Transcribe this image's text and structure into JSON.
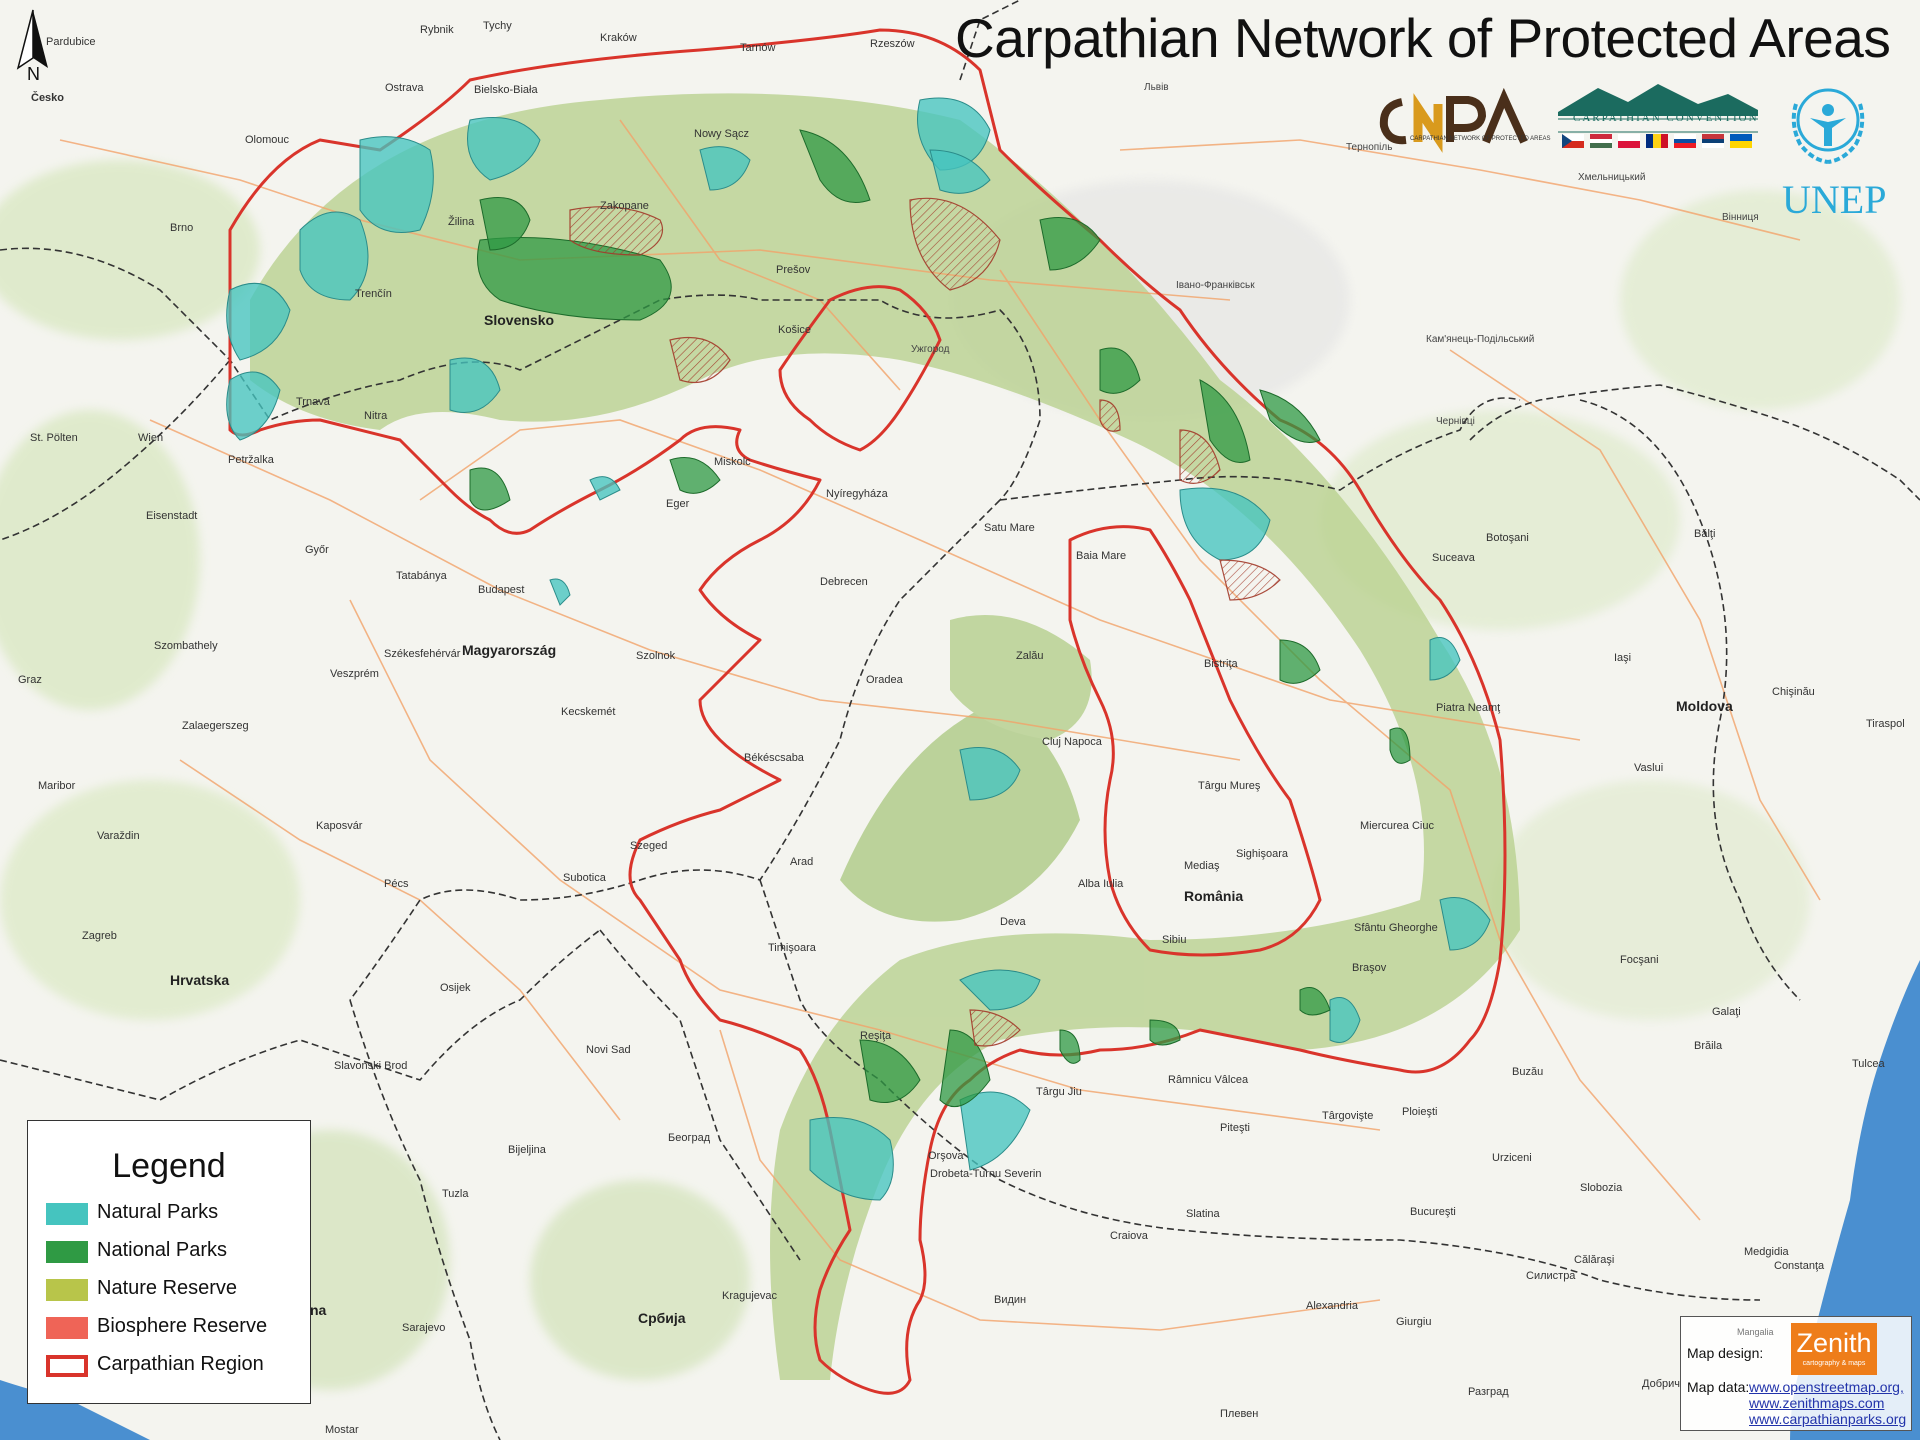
{
  "title": "Carpathian Network of Protected Areas",
  "north_label": "N",
  "colors": {
    "natural_park": "#45c4bf",
    "national_park": "#2f9a44",
    "nature_reserve": "#b8c54a",
    "biosphere_reserve": "#ef6457",
    "carpathian_region": "#d9342b",
    "background": "#f4f4ef",
    "sea": "#4a8fd0",
    "mountain": "#b5cf8a"
  },
  "logos": {
    "cnpa": {
      "text": "CNPA",
      "subtitle": "CARPATHIAN NETWORK OF PROTECTED AREAS"
    },
    "carpathian_convention": {
      "text": "CARPATHIAN CONVENTION"
    },
    "unep": {
      "text": "UNEP"
    }
  },
  "legend": {
    "title": "Legend",
    "items": [
      {
        "label": "Natural Parks",
        "color": "#45c4bf",
        "style": "fill"
      },
      {
        "label": "National Parks",
        "color": "#2f9a44",
        "style": "fill"
      },
      {
        "label": "Nature Reserve",
        "color": "#b8c54a",
        "style": "fill"
      },
      {
        "label": "Biosphere Reserve",
        "color": "#ef6457",
        "style": "fill"
      },
      {
        "label": "Carpathian Region",
        "color": "#d9342b",
        "style": "outline"
      }
    ]
  },
  "credits": {
    "design_label": "Map design:",
    "brand_name": "Zenith",
    "brand_sub": "cartography & maps",
    "mangalia": "Mangalia",
    "data_label": "Map data:",
    "links": [
      "www.openstreetmap.org,",
      "www.zenithmaps.com",
      "www.carpathianparks.org"
    ]
  },
  "places": {
    "pardubice": "Pardubice",
    "cesko": "Česko",
    "rybnik": "Rybnik",
    "tychy": "Tychy",
    "krakow": "Kraków",
    "tarnow": "Tarnów",
    "rzeszow": "Rzeszów",
    "lviv": "Львів",
    "ostrava": "Ostrava",
    "bielsko": "Bielsko-Biała",
    "olomouc": "Olomouc",
    "nowysacz": "Nowy Sącz",
    "zakopane": "Zakopane",
    "ternopil": "Тернопіль",
    "khmelnytskyi": "Хмельницький",
    "brno": "Brno",
    "zilina": "Žilina",
    "presov": "Prešov",
    "vinnytsia": "Вінниця",
    "trencin": "Trenčín",
    "ivano": "Івано-Франківськ",
    "slovensko": "Slovensko",
    "kosice": "Košice",
    "kamianets": "Кам'янець-Подільський",
    "uzhhorod": "Ужгород",
    "trnava": "Trnava",
    "nitra": "Nitra",
    "stpolten": "St. Pölten",
    "wien": "Wien",
    "chernivtsi": "Чернівці",
    "petrzalka": "Petržalka",
    "miskolc": "Miskolc",
    "eisenstadt": "Eisenstadt",
    "eger": "Eger",
    "nyiregyhaza": "Nyíregyháza",
    "satumare": "Satu Mare",
    "botosani": "Botoşani",
    "balti": "Bălţi",
    "gyor": "Győr",
    "baiamare": "Baia Mare",
    "suceava": "Suceava",
    "tatabanya": "Tatabánya",
    "budapest": "Budapest",
    "debrecen": "Debrecen",
    "szombathely": "Szombathely",
    "szekesfehervar": "Székesfehérvár",
    "magyarorszag": "Magyarország",
    "szolnok": "Szolnok",
    "zalau": "Zalău",
    "bistrita": "Bistriţa",
    "iasi": "Iaşi",
    "chisinau": "Chişinău",
    "graz": "Graz",
    "veszprem": "Veszprém",
    "oradea": "Oradea",
    "piatraneamt": "Piatra Neamţ",
    "moldova": "Moldova",
    "kecskemet": "Kecskemét",
    "tiraspol": "Tiraspol",
    "zalaegerszeg": "Zalaegerszeg",
    "clujnapoca": "Cluj Napoca",
    "bekescsaba": "Békéscsaba",
    "maribor": "Maribor",
    "vaslui": "Vaslui",
    "targumures": "Târgu Mureş",
    "kaposvar": "Kaposvár",
    "mierureaciuc": "Miercurea Ciuc",
    "varazdin": "Varaždin",
    "szeged": "Szeged",
    "medias": "Mediaş",
    "sighisoara": "Sighişoara",
    "pecs": "Pécs",
    "arad": "Arad",
    "albaiulia": "Alba Iulia",
    "subotica": "Subotica",
    "romania": "România",
    "deva": "Deva",
    "zagreb": "Zagreb",
    "sfantugheorghe": "Sfântu Gheorghe",
    "timisoara": "Timişoara",
    "sibiu": "Sibiu",
    "focsani": "Focşani",
    "hrvatska": "Hrvatska",
    "brasov": "Braşov",
    "osijek": "Osijek",
    "galati": "Galaţi",
    "braila": "Brăila",
    "novisad": "Novi Sad",
    "resita": "Reşiţa",
    "slavonskibrod": "Slavonski Brod",
    "tulcea": "Tulcea",
    "targujiu": "Târgu Jiu",
    "ramnicuvalcea": "Râmnicu Vâlcea",
    "buzau": "Buzău",
    "targoviste": "Târgovişte",
    "ploiesti": "Ploieşti",
    "pitesti": "Piteşti",
    "beograd": "Београд",
    "bijeljina": "Bijeljina",
    "orsova": "Orşova",
    "drobeta": "Drobeta-Turnu Severin",
    "urziceni": "Urziceni",
    "tuzla": "Tuzla",
    "slobozia": "Slobozia",
    "slatina": "Slatina",
    "bucuresti": "Bucureşti",
    "craiova": "Craiova",
    "constanta": "Constanţa",
    "medgidia": "Medgidia",
    "calarasi": "Călăraşi",
    "silistra": "Силистра",
    "kragujevac": "Kragujevac",
    "srbija": "Србија",
    "vidin": "Видин",
    "alexandria": "Alexandria",
    "giurgiu": "Giurgiu",
    "sarajevo": "Sarajevo",
    "dobrich": "Добрич",
    "razgrad": "Разград",
    "pleven": "Плевен",
    "mostar": "Mostar",
    "bih": "na"
  }
}
